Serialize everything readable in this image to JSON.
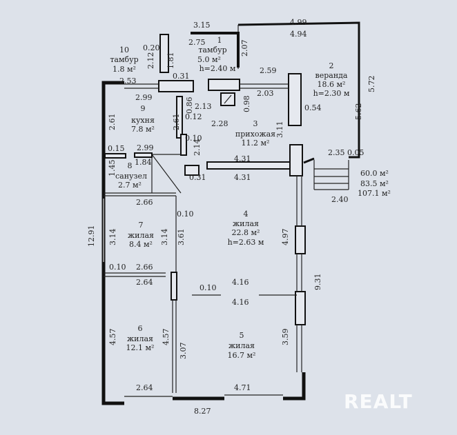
{
  "plan": {
    "rooms": [
      {
        "number": "10",
        "name": "тамбур",
        "area": "1.8 м²"
      },
      {
        "number": "1",
        "name": "тамбур",
        "area": "5.0 м²",
        "height": "h=2.40 м"
      },
      {
        "number": "2",
        "name": "веранда",
        "area": "18.6 м²",
        "height": "h=2.30 м"
      },
      {
        "number": "9",
        "name": "кухня",
        "area": "7.8 м²"
      },
      {
        "number": "3",
        "name": "прихожая",
        "area": "11.2 м²"
      },
      {
        "number": "8",
        "name": "санузел",
        "area": "2.7 м²"
      },
      {
        "number": "4",
        "name": "жилая",
        "area": "22.8 м²",
        "height": "h=2.63 м"
      },
      {
        "number": "7",
        "name": "жилая",
        "area": "8.4 м²"
      },
      {
        "number": "6",
        "name": "жилая",
        "area": "12.1 м²"
      },
      {
        "number": "5",
        "name": "жилая",
        "area": "16.7 м²"
      }
    ],
    "dims": [
      "3.15",
      "4.99",
      "4.94",
      "0.20",
      "2.75",
      "2.07",
      "2.12",
      "1.81",
      "2.53",
      "0.31",
      "2.59",
      "2.99",
      "2.03",
      "0.86",
      "2.13",
      "0.98",
      "0.12",
      "2.28",
      "2.61",
      "2.61",
      "0.54",
      "5.62",
      "5.72",
      "3.11",
      "0.10",
      "0.15",
      "2.99",
      "2.14",
      "1.84",
      "4.31",
      "4.31",
      "1.45",
      "0.31",
      "2.35",
      "0.05",
      "2.40",
      "2.66",
      "0.10",
      "12.91",
      "3.14",
      "3.14",
      "3.61",
      "4.97",
      "0.10",
      "2.66",
      "2.64",
      "0.10",
      "4.16",
      "4.16",
      "9.31",
      "4.57",
      "4.57",
      "3.07",
      "3.59",
      "2.64",
      "4.71",
      "8.27"
    ],
    "totals": [
      "60.0 м²",
      "83.5 м²",
      "107.1 м²"
    ]
  },
  "watermark": "REALT"
}
